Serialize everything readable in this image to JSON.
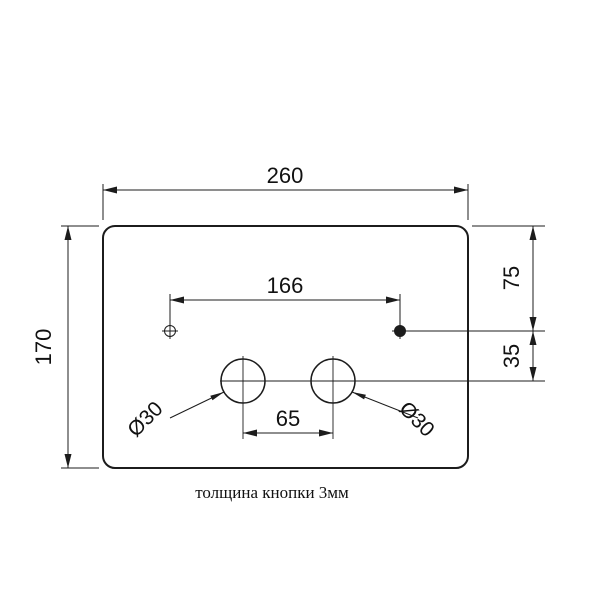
{
  "drawing": {
    "line_color": "#1c1c1c",
    "dims": {
      "plate_width": "260",
      "plate_height": "170",
      "small_hole_spacing": "166",
      "top_to_small_holes": "75",
      "small_to_large_holes": "35",
      "button_spacing": "65",
      "diameter_left": "Ø30",
      "diameter_right": "Ø30"
    },
    "caption": "толщина кнопки 3мм"
  }
}
